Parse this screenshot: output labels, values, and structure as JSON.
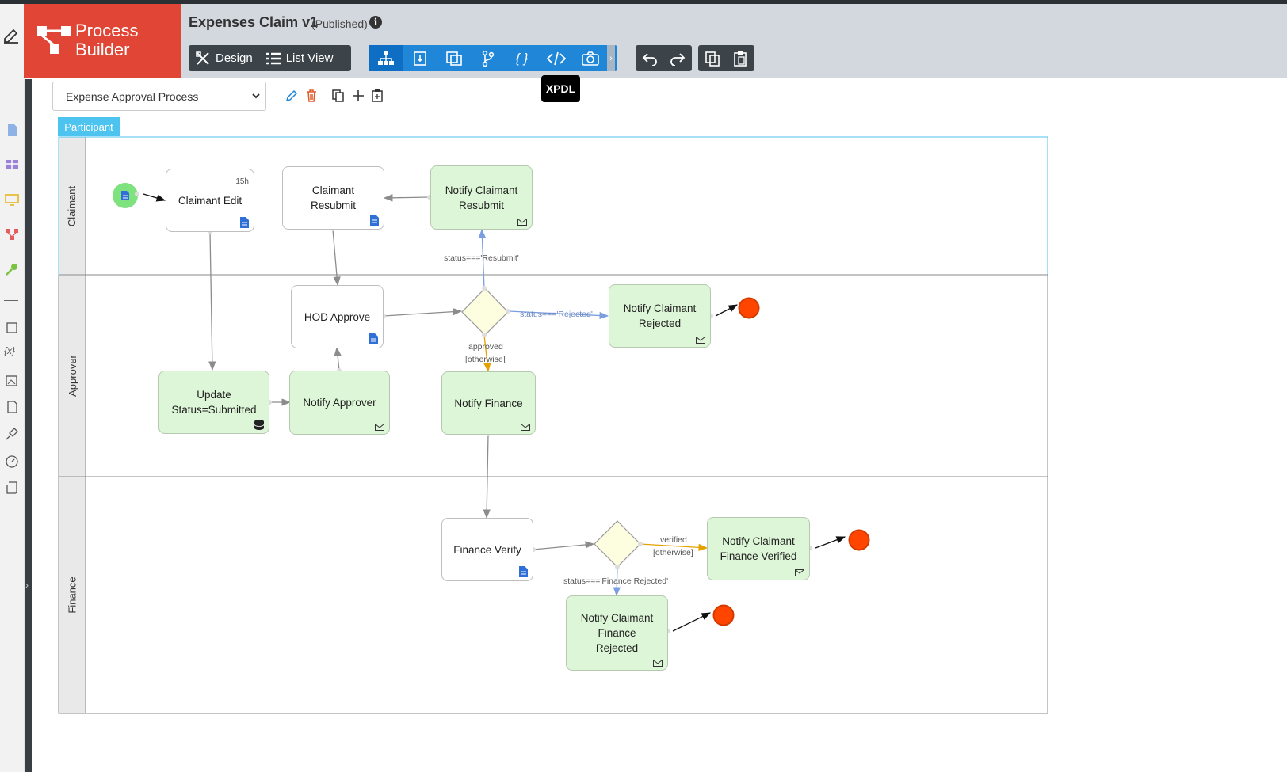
{
  "app": {
    "logo_line1": "Process",
    "logo_line2": "Builder",
    "title": "Expenses Claim v1",
    "status": "(Published)"
  },
  "toolbar": {
    "design_label": "Design",
    "list_view_label": "List View",
    "tooltip": "XPDL"
  },
  "process_select": {
    "value": "Expense Approval Process"
  },
  "participant_tab": "Participant",
  "lanes": [
    {
      "label": "Claimant"
    },
    {
      "label": "Approver"
    },
    {
      "label": "Finance"
    }
  ],
  "nodes": {
    "claimant_edit": {
      "label": "Claimant Edit",
      "deadline": "15h"
    },
    "claimant_resubmit": {
      "label": "Claimant Resubmit"
    },
    "notify_claimant_resubmit": {
      "label": "Notify Claimant Resubmit"
    },
    "hod_approve": {
      "label": "HOD Approve"
    },
    "notify_claimant_rejected": {
      "label": "Notify Claimant Rejected"
    },
    "update_status": {
      "label": "Update Status=Submitted"
    },
    "notify_approver": {
      "label": "Notify Approver"
    },
    "notify_finance": {
      "label": "Notify Finance"
    },
    "finance_verify": {
      "label": "Finance Verify"
    },
    "notify_claimant_finance_verified": {
      "label": "Notify Claimant Finance Verified"
    },
    "notify_claimant_finance_rejected": {
      "label": "Notify Claimant Finance Rejected"
    }
  },
  "edge_labels": {
    "resubmit": "status==='Resubmit'",
    "rejected": "status==='Rejected'",
    "approved": "approved",
    "otherwise1": "[otherwise]",
    "verified": "verified",
    "otherwise2": "[otherwise]",
    "finance_rejected": "status==='Finance Rejected'"
  },
  "colors": {
    "header_bg": "#d3d8de",
    "logo_bg": "#e04535",
    "accent_blue": "#1f86d8",
    "task_green": "#ddf6d7",
    "end_red": "#ff4500",
    "start_green": "#7ee27e",
    "conditional_blue": "#7a9ee0",
    "default_orange": "#e5a100"
  }
}
